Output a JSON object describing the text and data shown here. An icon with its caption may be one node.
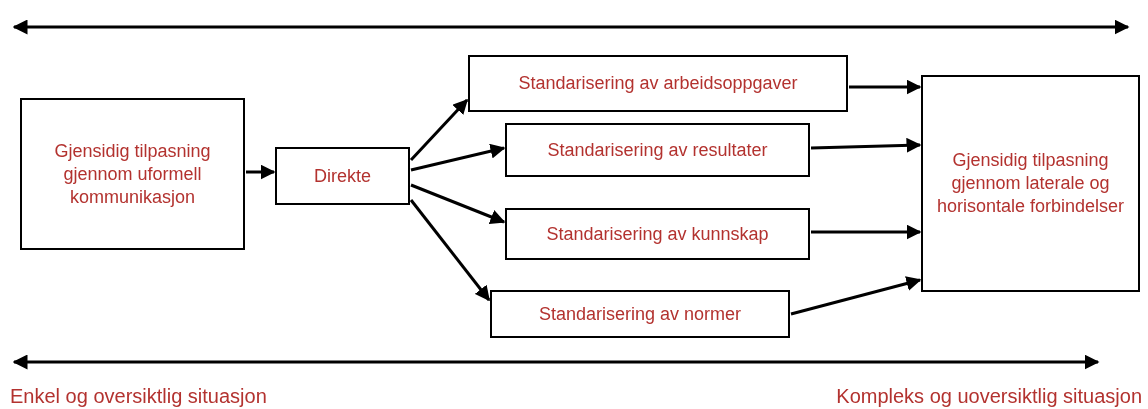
{
  "diagram": {
    "nodes": [
      {
        "text": [
          "Gjensidig tilpasning gjennom uformell kommunikasjon"
        ]
      },
      {
        "text": [
          "Direkte"
        ]
      },
      {
        "text": [
          "Standarisering av arbeidsoppgaver"
        ]
      },
      {
        "text": [
          "Standarisering av resultater"
        ]
      },
      {
        "text": [
          "Standarisering av kunnskap"
        ]
      },
      {
        "text": [
          "Standarisering av normer"
        ]
      },
      {
        "text": [
          "Gjensidig tilpasning gjennom laterale og horisontale forbindelser"
        ]
      }
    ],
    "edges": [
      {
        "from": 0,
        "to": 1,
        "arrow": "to"
      },
      {
        "from": 1,
        "to": 2,
        "arrow": "to"
      },
      {
        "from": 1,
        "to": 3,
        "arrow": "to"
      },
      {
        "from": 1,
        "to": 4,
        "arrow": "to"
      },
      {
        "from": 1,
        "to": 5,
        "arrow": "to"
      },
      {
        "from": 2,
        "to": 6,
        "arrow": "to"
      },
      {
        "from": 3,
        "to": 6,
        "arrow": "to"
      },
      {
        "from": 4,
        "to": 6,
        "arrow": "to"
      },
      {
        "from": 5,
        "to": 6,
        "arrow": "to"
      }
    ],
    "labels": [
      "Enkel og oversiktlig situasjon",
      "Kompleks og uoversiktlig situasjon"
    ]
  }
}
